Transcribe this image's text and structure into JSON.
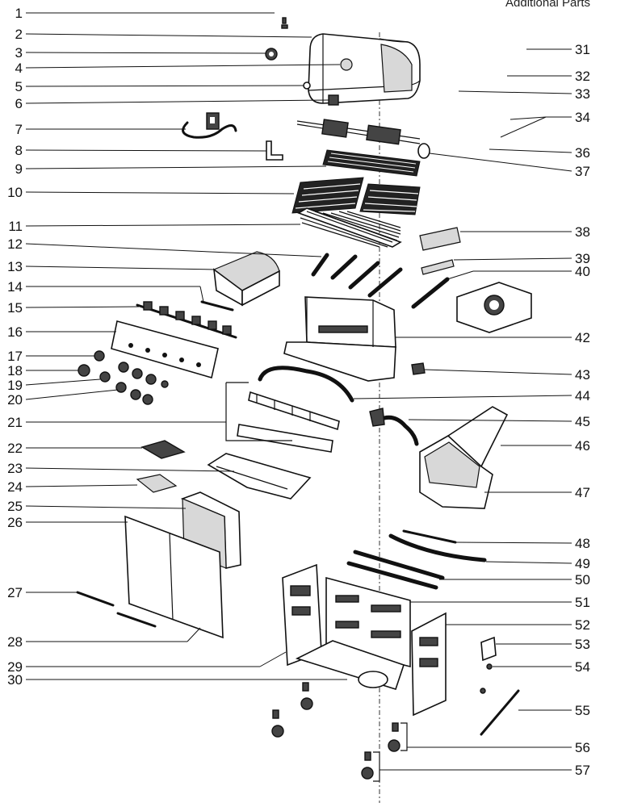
{
  "header_text": "Additional Parts",
  "left_labels": [
    "1",
    "2",
    "3",
    "4",
    "5",
    "6",
    "7",
    "8",
    "9",
    "10",
    "11",
    "12",
    "13",
    "14",
    "15",
    "16",
    "17",
    "18",
    "19",
    "20",
    "21",
    "22",
    "23",
    "24",
    "25",
    "26",
    "27",
    "28",
    "29",
    "30"
  ],
  "right_labels": [
    "31",
    "32",
    "33",
    "34",
    "36",
    "37",
    "38",
    "39",
    "40",
    "42",
    "43",
    "44",
    "45",
    "46",
    "47",
    "48",
    "49",
    "50",
    "51",
    "52",
    "53",
    "54",
    "55",
    "56",
    "57"
  ]
}
